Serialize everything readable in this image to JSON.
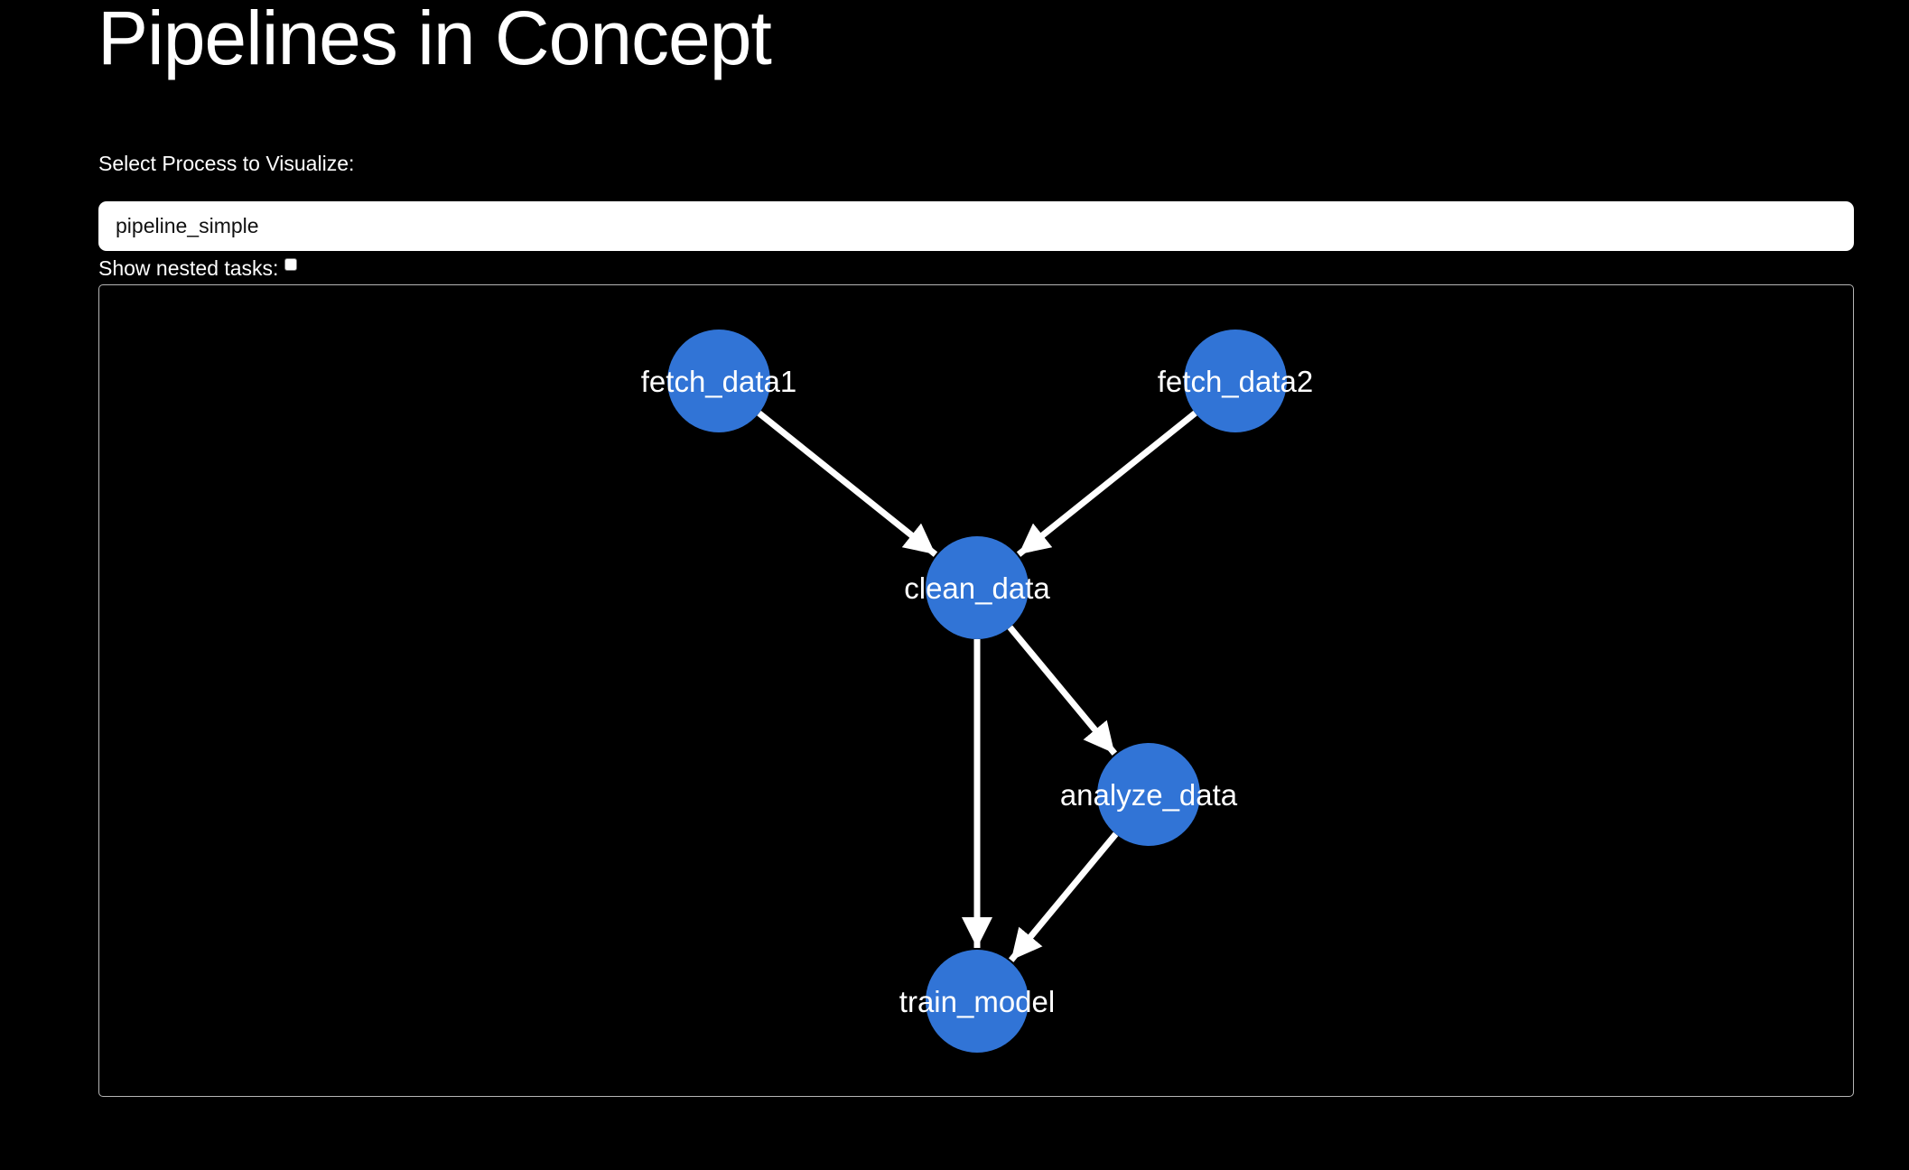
{
  "header": {
    "title": "Pipelines in Concept"
  },
  "controls": {
    "select_label": "Select Process to Visualize:",
    "selected_process": "pipeline_simple",
    "nested_label": "Show nested tasks:",
    "nested_checked": false
  },
  "graph": {
    "node_color": "#3174d6",
    "edge_color": "#ffffff",
    "nodes": [
      {
        "id": "fetch_data1",
        "label": "fetch_data1"
      },
      {
        "id": "fetch_data2",
        "label": "fetch_data2"
      },
      {
        "id": "clean_data",
        "label": "clean_data"
      },
      {
        "id": "analyze_data",
        "label": "analyze_data"
      },
      {
        "id": "train_model",
        "label": "train_model"
      }
    ],
    "edges": [
      {
        "from": "fetch_data1",
        "to": "clean_data"
      },
      {
        "from": "fetch_data2",
        "to": "clean_data"
      },
      {
        "from": "clean_data",
        "to": "analyze_data"
      },
      {
        "from": "clean_data",
        "to": "train_model"
      },
      {
        "from": "analyze_data",
        "to": "train_model"
      }
    ]
  }
}
